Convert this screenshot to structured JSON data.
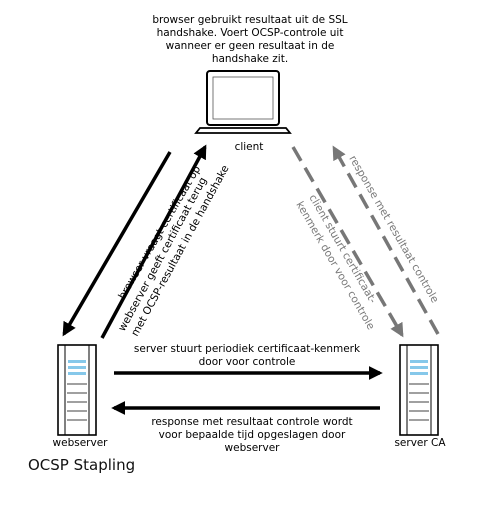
{
  "caption": "OCSP Stapling",
  "nodes": {
    "client": "client",
    "webserver": "webserver",
    "server_ca": "server CA"
  },
  "notes": {
    "client_note": [
      "browser gebruikt resultaat uit de SSL",
      "handshake. Voert OCSP-controle uit",
      "wanneer er geen resultaat in de",
      "handshake zit."
    ]
  },
  "edges": {
    "browser_request": "browser vraagt certificaat op",
    "webserver_return": [
      "webserver geeft certificaat terug",
      "met OCSP-resultaat in de handshake"
    ],
    "server_to_ca": [
      "server stuurt periodiek certificaat-kenmerk",
      "door voor controle"
    ],
    "ca_response": [
      "response met resultaat controle wordt",
      "voor bepaalde tijd opgeslagen door",
      "webserver"
    ],
    "client_to_ca": [
      "client stuurt certificaat-",
      "kenmerk door voor controle"
    ],
    "ca_to_client": "response met resultaat controle"
  },
  "colors": {
    "solid_arrow": "#000000",
    "dashed_arrow": "#777777",
    "grey_text": "#777777"
  }
}
